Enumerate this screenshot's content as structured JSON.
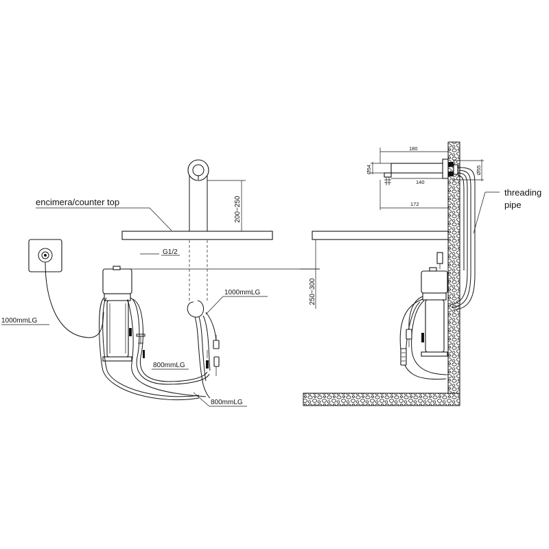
{
  "labels": {
    "counter_top": "encimera/counter top",
    "thread": "G1/2",
    "cable_power": "1000mmLG",
    "cable_sensor": "1000mmLG",
    "cable_800a": "800mmLG",
    "cable_800b": "800mmLG",
    "height_200_250": "200~250",
    "height_250_300": "250~300",
    "threading": "threading",
    "pipe": "pipe"
  },
  "dimensions": {
    "d180": "180",
    "d140": "140",
    "d172": "172",
    "d54": "Ø54",
    "d55": "Ø55"
  }
}
